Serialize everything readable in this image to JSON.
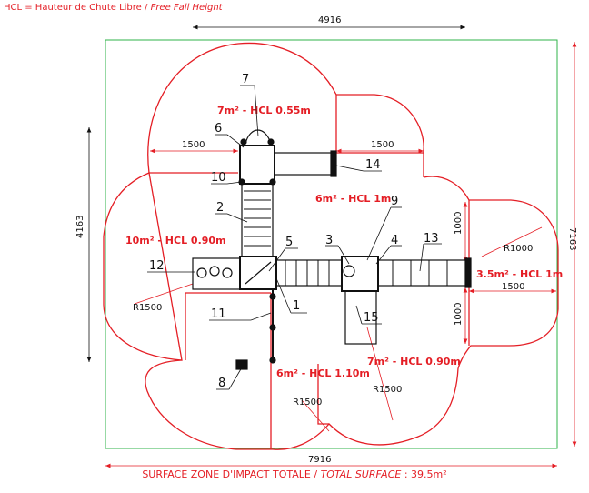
{
  "legend": {
    "abbr": "HCL = Hauteur de Chute Libre",
    "sep": " / ",
    "english": "Free Fall Height"
  },
  "dimensions": {
    "top_width": "4916",
    "bottom_width": "7916",
    "left_height": "4163",
    "right_height": "7163"
  },
  "clearances": [
    "1500",
    "1500",
    "1500",
    "1000",
    "1000"
  ],
  "radii": [
    "R1500",
    "R1000",
    "R1500",
    "R1500"
  ],
  "zones": [
    "7m² - HCL 0.55m",
    "6m² - HCL 1m",
    "10m² - HCL 0.90m",
    "3.5m² - HCL 1m",
    "7m² - HCL 0.90m",
    "6m² - HCL 1.10m"
  ],
  "callouts": [
    "1",
    "2",
    "3",
    "4",
    "5",
    "6",
    "7",
    "8",
    "9",
    "10",
    "11",
    "12",
    "13",
    "14",
    "15"
  ],
  "footer": {
    "prefix": "SURFACE ZONE D'IMPACT TOTALE / ",
    "italic": "TOTAL SURFACE",
    "suffix": " : 39.5m²"
  },
  "colors": {
    "zone_red": "#e41e25",
    "boundary_green": "#2fb34a",
    "equipment": "#111111"
  }
}
